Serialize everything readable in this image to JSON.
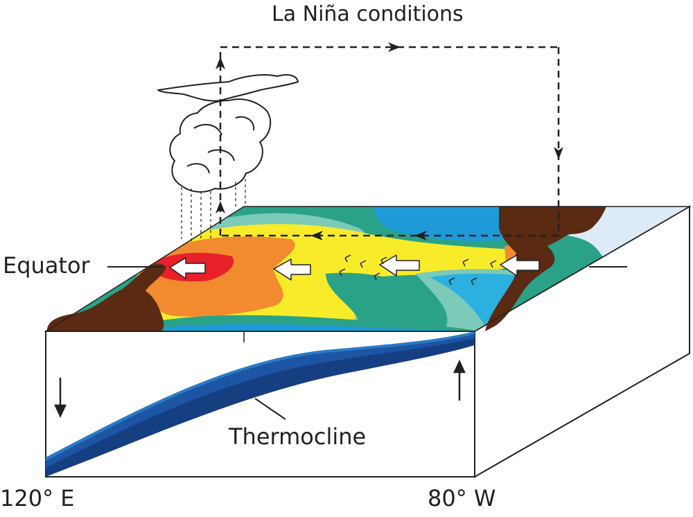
{
  "diagram": {
    "title": "La Niña conditions",
    "labels": {
      "equator": "Equator",
      "thermocline": "Thermocline",
      "west_longitude": "120° E",
      "east_longitude": "80° W"
    },
    "colors": {
      "land": "#5a2a12",
      "warm_red": "#e8202a",
      "warm_orange": "#f28a30",
      "yellow": "#f8ec2a",
      "light_teal": "#7ccab8",
      "teal": "#2aa287",
      "cool_blue": "#1e9ad8",
      "deep_blue": "#1c55a4",
      "ice": "#dcebf5"
    }
  }
}
